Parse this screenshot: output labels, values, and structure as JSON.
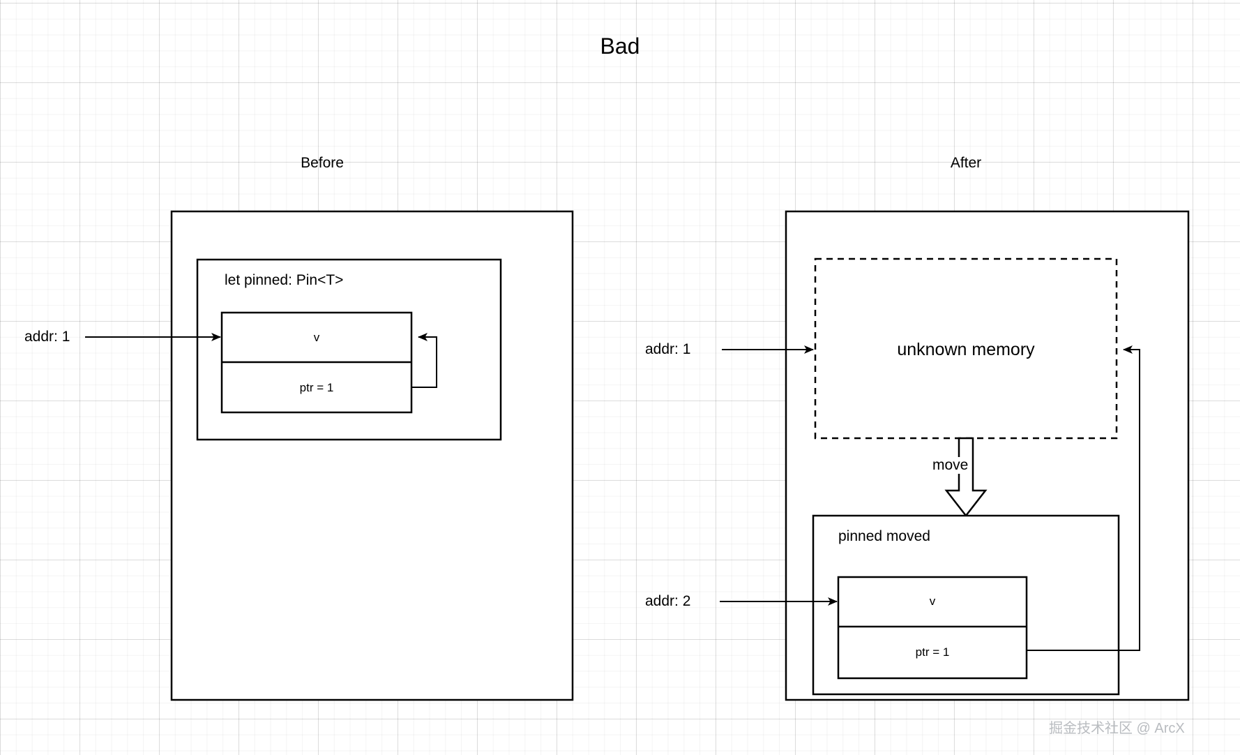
{
  "diagram": {
    "title": "Bad",
    "watermark": "掘金技术社区 @ ArcX",
    "colors": {
      "stroke": "#000000",
      "text": "#000000",
      "background": "#ffffff",
      "grid_minor": "rgba(0,0,0,0.045)",
      "grid_major": "rgba(0,0,0,0.10)",
      "watermark": "#b9bcc0"
    },
    "panels": [
      {
        "id": "before",
        "label": "Before",
        "outer_box": {
          "style": "solid"
        },
        "inner_box": {
          "caption": "let pinned: Pin<T>",
          "style": "solid"
        },
        "struct": {
          "rows": [
            {
              "name": "value-row",
              "text": "v"
            },
            {
              "name": "pointer-row",
              "text": "ptr = 1"
            }
          ]
        },
        "incoming_pointer": {
          "label": "addr: 1"
        },
        "self_reference": {
          "from": "ptr = 1",
          "to": "v",
          "style": "solid"
        }
      },
      {
        "id": "after",
        "label": "After",
        "outer_box": {
          "style": "solid"
        },
        "unknown_memory": {
          "text": "unknown memory",
          "style": "dashed"
        },
        "move_arrow": {
          "label": "move",
          "direction": "down"
        },
        "inner_box": {
          "caption": "pinned moved",
          "style": "solid"
        },
        "struct": {
          "rows": [
            {
              "name": "value-row",
              "text": "v"
            },
            {
              "name": "pointer-row",
              "text": "ptr = 1"
            }
          ]
        },
        "incoming_pointers": [
          {
            "label": "addr: 1",
            "target": "unknown memory"
          },
          {
            "label": "addr: 2",
            "target": "v"
          }
        ],
        "dangling_reference": {
          "from": "ptr = 1",
          "to": "unknown memory",
          "style": "solid"
        }
      }
    ]
  }
}
